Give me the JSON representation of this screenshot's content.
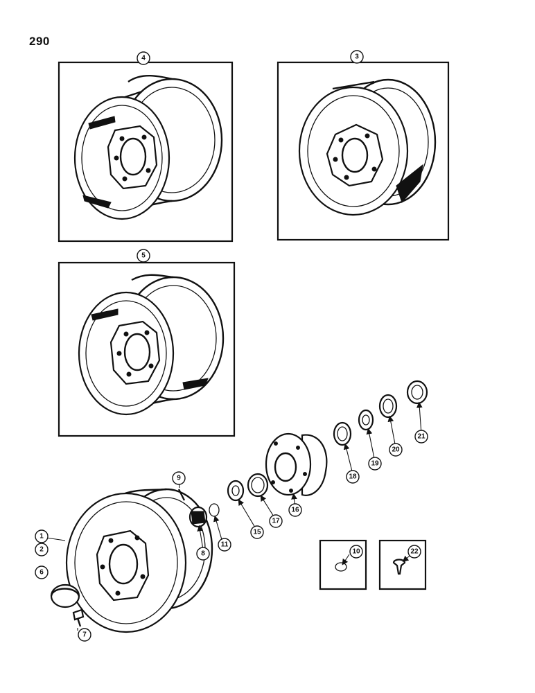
{
  "page_number": "290",
  "callouts": {
    "c1": "1",
    "c2": "2",
    "c3": "3",
    "c4": "4",
    "c5": "5",
    "c6": "6",
    "c7": "7",
    "c8": "8",
    "c9": "9",
    "c10": "10",
    "c11": "11",
    "c15": "15",
    "c16": "16",
    "c17": "17",
    "c18": "18",
    "c19": "19",
    "c20": "20",
    "c21": "21",
    "c22": "22"
  }
}
